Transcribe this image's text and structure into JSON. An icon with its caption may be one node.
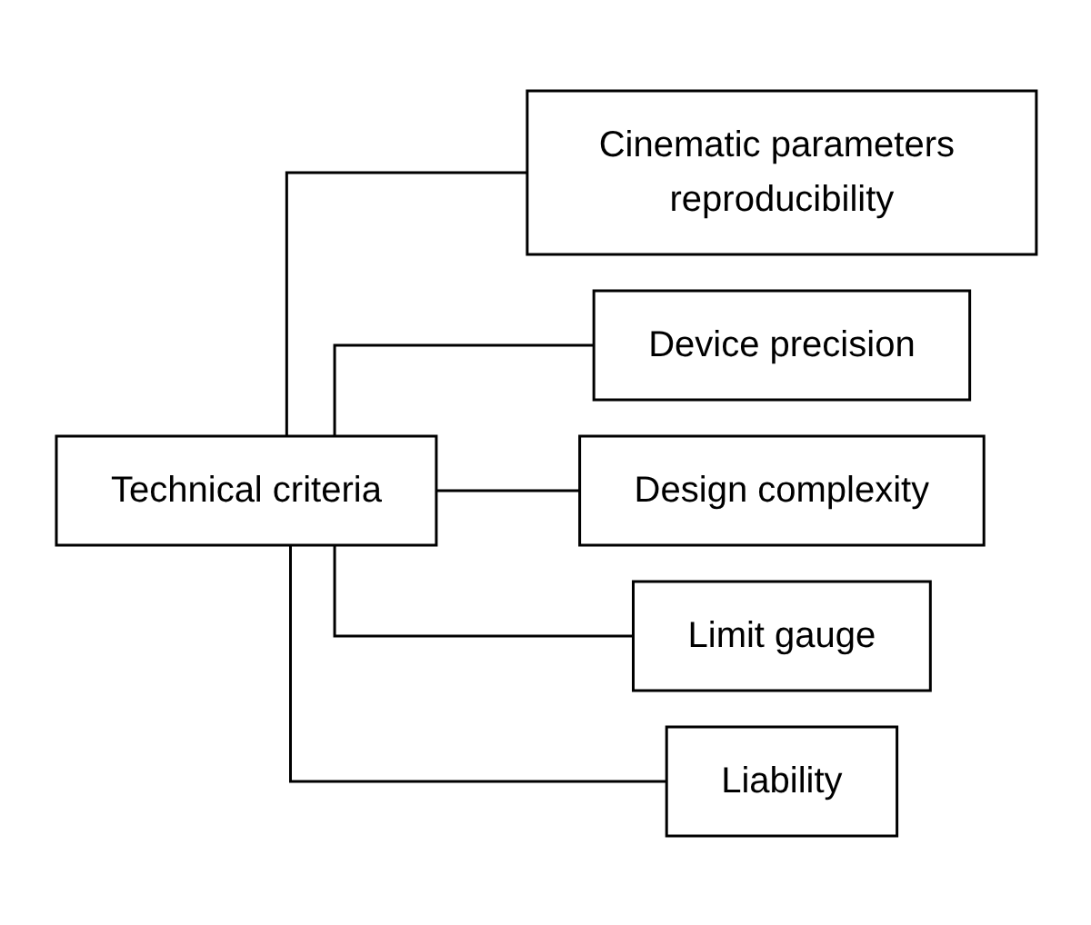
{
  "diagram": {
    "nodes": [
      {
        "text": [
          "Technical criteria"
        ]
      },
      {
        "text": [
          "Cinematic parameters reproducibility"
        ]
      },
      {
        "text": [
          "Device precision"
        ]
      },
      {
        "text": [
          "Design complexity"
        ]
      },
      {
        "text": [
          "Limit gauge"
        ]
      },
      {
        "text": [
          "Liability"
        ]
      }
    ],
    "edges": [
      {
        "from": 0,
        "to": 1,
        "arrow": "none"
      },
      {
        "from": 0,
        "to": 2,
        "arrow": "none"
      },
      {
        "from": 0,
        "to": 3,
        "arrow": "none"
      },
      {
        "from": 0,
        "to": 4,
        "arrow": "none"
      },
      {
        "from": 0,
        "to": 5,
        "arrow": "none"
      }
    ]
  }
}
